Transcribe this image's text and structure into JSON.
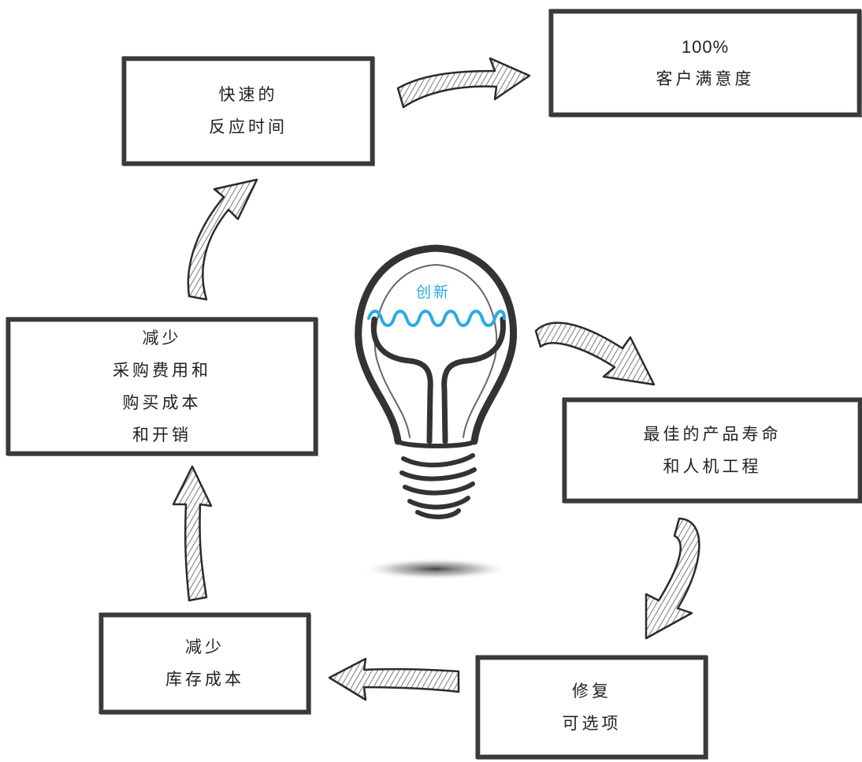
{
  "bulb": {
    "label": "创新",
    "filament_color": "#29abe2"
  },
  "boxes": {
    "fast_response": {
      "lines": [
        "快速的",
        "反应时间"
      ]
    },
    "satisfaction": {
      "lines": [
        "100%",
        "客户满意度"
      ]
    },
    "purchase_cost": {
      "lines": [
        "减少",
        "采购费用和",
        "购买成本",
        "和开销"
      ]
    },
    "product_life": {
      "lines": [
        "最佳的产品寿命",
        "和人机工程"
      ]
    },
    "inventory_cost": {
      "lines": [
        "减少",
        "库存成本"
      ]
    },
    "repair": {
      "lines": [
        "修复",
        "可选项"
      ]
    }
  },
  "colors": {
    "outline": "#3a3a3a",
    "accent": "#29abe2"
  }
}
